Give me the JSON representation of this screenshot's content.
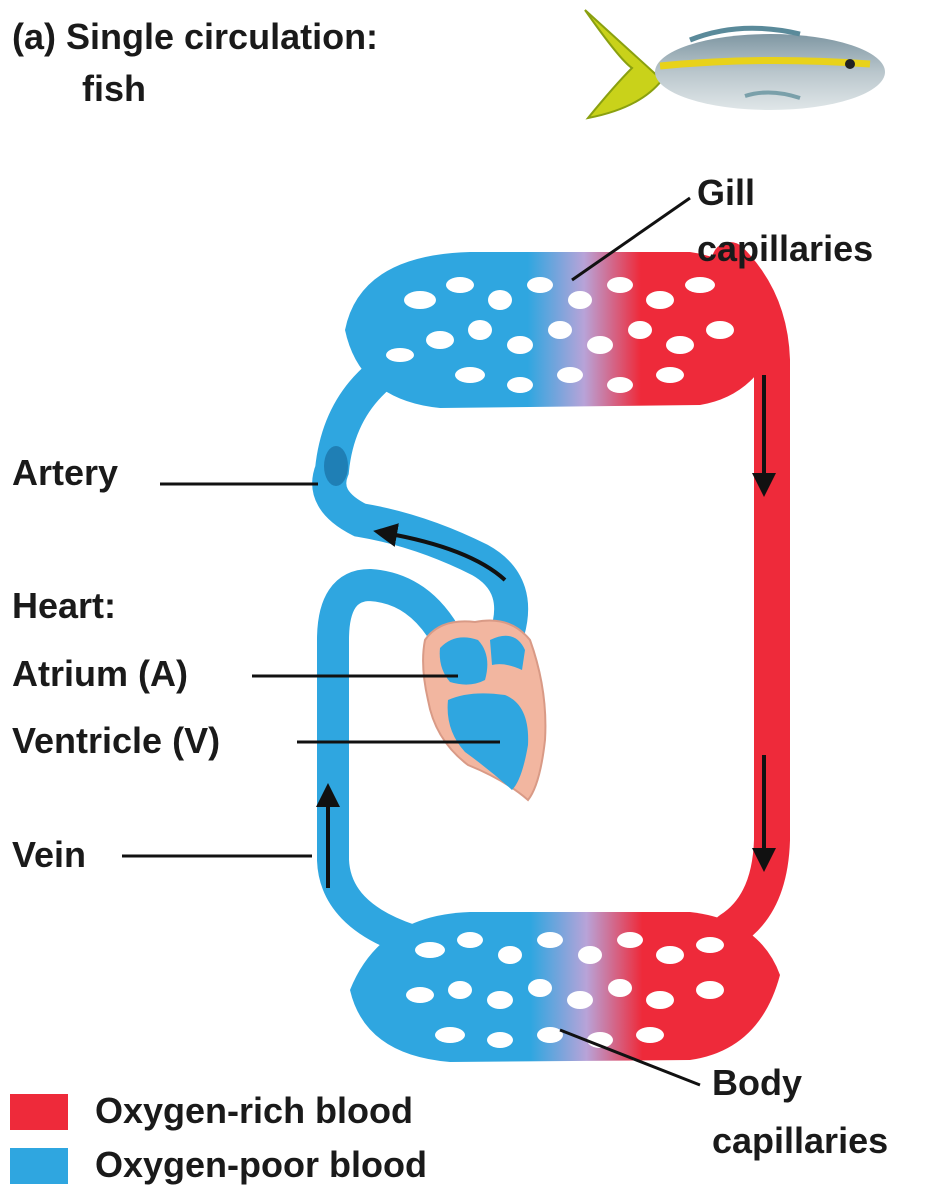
{
  "title": {
    "line1": "(a) Single circulation:",
    "line2": "fish"
  },
  "labels": {
    "gill_line1": "Gill",
    "gill_line2": "capillaries",
    "artery": "Artery",
    "heart": "Heart:",
    "atrium": "Atrium (A)",
    "ventricle": "Ventricle (V)",
    "vein": "Vein",
    "body_line1": "Body",
    "body_line2": "capillaries"
  },
  "legend": [
    {
      "label": "Oxygen-rich blood",
      "color": "#ee2a3a"
    },
    {
      "label": "Oxygen-poor blood",
      "color": "#2fa6e0"
    }
  ],
  "colors": {
    "oxygen_rich": "#ee2a3a",
    "oxygen_poor": "#2fa6e0",
    "heart_tissue": "#f2b6a0",
    "fish_body": "#9fb0b8",
    "fish_stripe": "#e8d21a"
  }
}
